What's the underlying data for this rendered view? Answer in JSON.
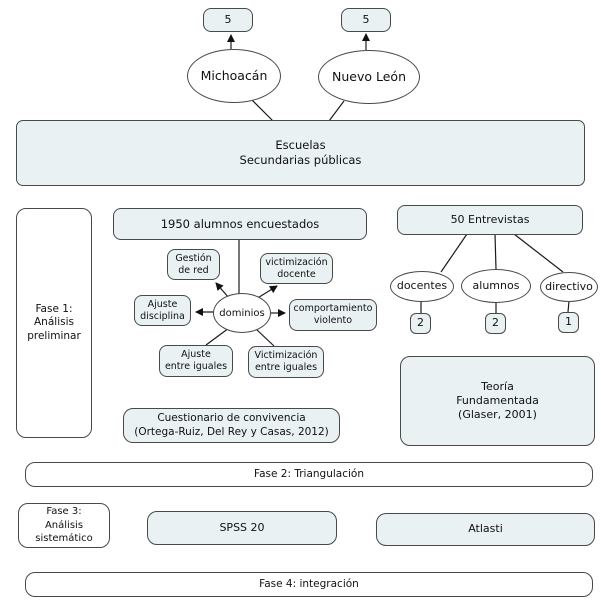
{
  "colors": {
    "box_fill": "#e9f1f2",
    "white_fill": "#ffffff",
    "border": "#47494b",
    "line": "#1a1a1a",
    "text": "#111111"
  },
  "top": {
    "left_count": "5",
    "right_count": "5",
    "left_state": "Michoacán",
    "right_state": "Nuevo León"
  },
  "schools_banner": "Escuelas\nSecundarias públicas",
  "phase1": {
    "label": "Fase 1:\nAnálisis\npreliminar"
  },
  "survey": {
    "title": "1950 alumnos encuestados",
    "center": "dominios",
    "domains": {
      "gestion": "Gestión\nde red",
      "victim_docente": "victimización\ndocente",
      "ajuste_disciplina": "Ajuste\ndisciplina",
      "comportamiento": "comportamiento\nviolento",
      "ajuste_iguales": "Ajuste\nentre iguales",
      "victim_iguales": "Victimización\nentre iguales"
    },
    "instrument": "Cuestionario de convivencia\n(Ortega-Ruiz, Del Rey y Casas, 2012)"
  },
  "interviews": {
    "title": "50 Entrevistas",
    "groups": [
      {
        "label": "docentes",
        "count": "2"
      },
      {
        "label": "alumnos",
        "count": "2"
      },
      {
        "label": "directivo",
        "count": "1"
      }
    ],
    "method": "Teoría\nFundamentada\n(Glaser, 2001)"
  },
  "phase2": {
    "label": "Fase 2: Triangulación"
  },
  "phase3": {
    "label": "Fase 3:\nAnálisis\nsistemático"
  },
  "tools": {
    "spss": "SPSS 20",
    "atlas": "Atlasti"
  },
  "phase4": {
    "label": "Fase 4: integración"
  }
}
